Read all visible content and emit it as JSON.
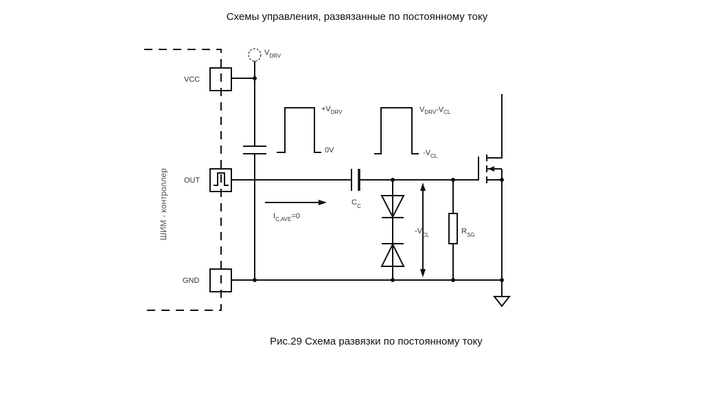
{
  "title": "Схемы управления, развязанные по постоянному току",
  "caption": "Рис.29 Схема развязки по постоянному току",
  "diagram": {
    "controller_label": "ШИМ - контроллер",
    "pins": {
      "vcc": "VCC",
      "out": "OUT",
      "gnd": "GND"
    },
    "vdrv": {
      "main": "V",
      "sub": "DRV"
    },
    "wave1_high": {
      "main": "+V",
      "sub": "DRV"
    },
    "wave1_low": "0V",
    "wave2_high": {
      "main": "V",
      "sub1": "DRV",
      "mid": "-V",
      "sub2": "CL"
    },
    "wave2_low": {
      "main": "-V",
      "sub": "CL"
    },
    "current": {
      "main": "I",
      "sub": "C,AVE",
      "tail": "=0"
    },
    "cap": {
      "main": "C",
      "sub": "C"
    },
    "clamp": {
      "main": "-V",
      "sub": "CL"
    },
    "resistor": {
      "main": "R",
      "sub": "SG"
    }
  }
}
